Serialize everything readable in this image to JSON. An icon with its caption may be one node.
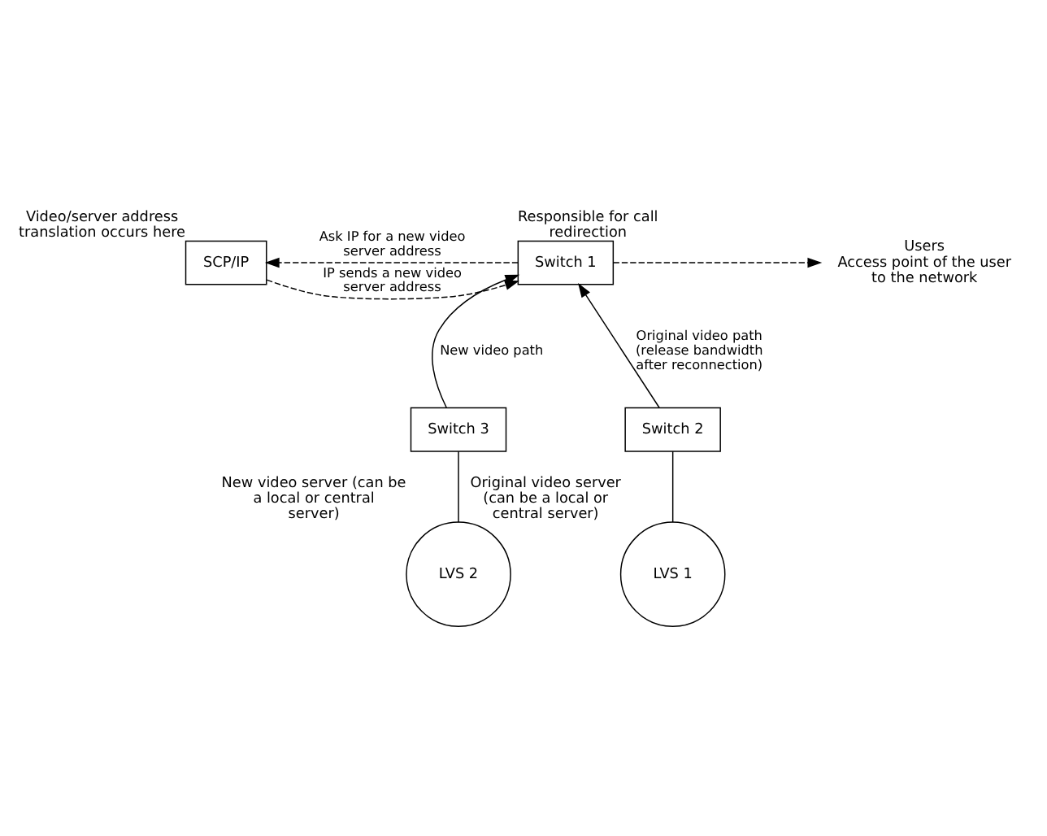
{
  "diagram": {
    "nodes": [
      {
        "text": [
          "SCP/IP"
        ],
        "beside": [
          "Video/server address translation occurs here"
        ]
      },
      {
        "text": [
          "Switch 1"
        ],
        "beside": [
          "Responsible for call redirection"
        ]
      },
      {
        "text": [
          "Users",
          "Access point of the user to the network"
        ]
      },
      {
        "text": [
          "Switch 3"
        ]
      },
      {
        "text": [
          "Switch 2"
        ]
      },
      {
        "text": [
          "LVS 2"
        ],
        "beside": [
          "New video server (can be a local or central server)"
        ]
      },
      {
        "text": [
          "LVS 1"
        ],
        "beside": [
          "Original video server (can be a local or central server)"
        ]
      }
    ],
    "edges": [
      {
        "from": 1,
        "to": 0,
        "arrow": "to",
        "style": "dashed",
        "label": "Ask IP for a new video server address"
      },
      {
        "from": 0,
        "to": 1,
        "arrow": "to",
        "style": "dashed",
        "label": "IP sends a new video server address"
      },
      {
        "from": 1,
        "to": 2,
        "arrow": "to",
        "style": "dashed"
      },
      {
        "from": 3,
        "to": 1,
        "arrow": "to",
        "label": "New video path"
      },
      {
        "from": 4,
        "to": 1,
        "arrow": "to",
        "label": "Original video path (release bandwidth after reconnection)"
      },
      {
        "from": 3,
        "to": 5,
        "arrow": "none"
      },
      {
        "from": 4,
        "to": 6,
        "arrow": "none"
      }
    ]
  }
}
